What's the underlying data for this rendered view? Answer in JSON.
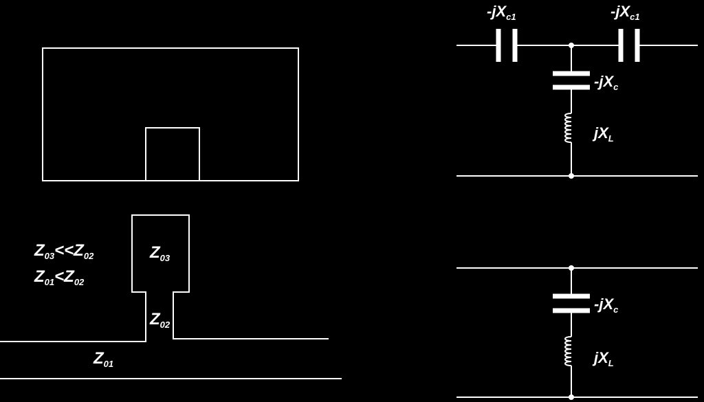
{
  "labels": {
    "cond_line1": {
      "base": "Z",
      "sub1": "03",
      "mid": "<<Z",
      "sub2": "02"
    },
    "cond_line2": {
      "base": "Z",
      "sub1": "01",
      "mid": "<Z",
      "sub2": "02"
    },
    "z03": {
      "base": "Z",
      "sub": "03"
    },
    "z02": {
      "base": "Z",
      "sub": "02"
    },
    "z01": {
      "base": "Z",
      "sub": "01"
    },
    "xc1_left": {
      "base": "-jX",
      "sub": "c1"
    },
    "xc1_right": {
      "base": "-jX",
      "sub": "c1"
    },
    "xc_top": {
      "base": "-jX",
      "sub": "c"
    },
    "xl_top": {
      "base": "jX",
      "sub": "L"
    },
    "xc_bottom": {
      "base": "-jX",
      "sub": "c"
    },
    "xl_bottom": {
      "base": "jX",
      "sub": "L"
    }
  },
  "colors": {
    "background": "#000000",
    "stroke": "#ffffff"
  }
}
